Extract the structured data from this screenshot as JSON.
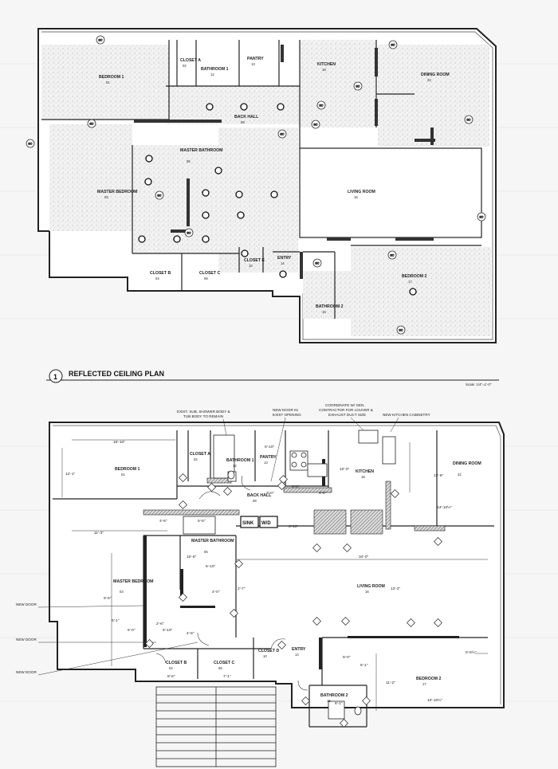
{
  "sheet": {
    "plan1_number": "1",
    "plan1_title": "REFLECTED CEILING PLAN",
    "scale": "Scale: 1/4\"=1'-0\"",
    "sprinkler_tag": "SC"
  },
  "ceiling_rooms": [
    {
      "name": "CLOSET A",
      "number": "02"
    },
    {
      "name": "BATHROOM 1",
      "number": "12"
    },
    {
      "name": "PANTRY",
      "number": "13"
    },
    {
      "name": "KITCHEN",
      "number": "18"
    },
    {
      "name": "DINING ROOM",
      "number": "22"
    },
    {
      "name": "BEDROOM 1",
      "number": "01"
    },
    {
      "name": "BACK HALL",
      "number": "08"
    },
    {
      "name": "MASTER BATHROOM",
      "number": "05"
    },
    {
      "name": "MASTER BEDROOM",
      "number": "03"
    },
    {
      "name": "LIVING ROOM",
      "number": "16"
    },
    {
      "name": "CLOSET E",
      "number": "10"
    },
    {
      "name": "ENTRY",
      "number": "14"
    },
    {
      "name": "CLOSET B",
      "number": "04"
    },
    {
      "name": "CLOSET C",
      "number": "06"
    },
    {
      "name": "BEDROOM 2",
      "number": "17"
    },
    {
      "name": "BATHROOM 2",
      "number": "15"
    }
  ],
  "floor_rooms": [
    {
      "name": "CLOSET A",
      "number": "02"
    },
    {
      "name": "BATHROOM 1",
      "number": "12"
    },
    {
      "name": "PANTRY",
      "number": "13"
    },
    {
      "name": "KITCHEN",
      "number": "18"
    },
    {
      "name": "DINING ROOM",
      "number": "22"
    },
    {
      "name": "BEDROOM 1",
      "number": "01"
    },
    {
      "name": "BACK HALL",
      "number": "08"
    },
    {
      "name": "MASTER BATHROOM",
      "number": "05"
    },
    {
      "name": "MASTER BEDROOM",
      "number": "03"
    },
    {
      "name": "LIVING ROOM",
      "number": "16"
    },
    {
      "name": "CLOSET D",
      "number": "10"
    },
    {
      "name": "ENTRY",
      "number": "14"
    },
    {
      "name": "CLOSET B",
      "number": "04"
    },
    {
      "name": "CLOSET C",
      "number": "06"
    },
    {
      "name": "BEDROOM 2",
      "number": "17"
    },
    {
      "name": "BATHROOM 2",
      "number": "15"
    }
  ],
  "notes": [
    "EXIST. SUB, SHOWER BODY &",
    "TUB BODY TO REMAIN",
    "NEW DOOR IN",
    "EXIST OPENING",
    "COORDINATE W/ GEN.",
    "CONTRACTOR FOR LOUVER &",
    "EXHAUST DUCT SIZE",
    "NEW KITCHEN CABINETRY",
    "NEW DOOR",
    "NEW DOOR",
    "NEW DOOR"
  ],
  "fixtures": [
    "SINK",
    "W/D"
  ],
  "dimensions": [
    "16'-10\"",
    "12'-1\"",
    "6'-10\"",
    "10'-0\"",
    "12'-6\"",
    "3'-0\"",
    "6'-6\"",
    "9'-8\"",
    "13'-10½\"",
    "11'-3\"",
    "4'-6\"",
    "5'-5\"",
    "3'-10\"",
    "10'-5\"",
    "6'-10\"",
    "34'-0\"",
    "12'-2\"",
    "2'-7\"",
    "4'-0\"",
    "9'-5\"",
    "5'-1\"",
    "2'-6\"",
    "6'-0\"",
    "5'-10\"",
    "8'-6\"",
    "7'-1\"",
    "4'-6\"",
    "9'-0\"",
    "6'-1\"",
    "5'-6½\"",
    "11'-2\"",
    "6'-1\"",
    "10'-10½\""
  ],
  "keys": [
    "1",
    "2",
    "3",
    "4",
    "5",
    "6",
    "7",
    "8",
    "9"
  ]
}
